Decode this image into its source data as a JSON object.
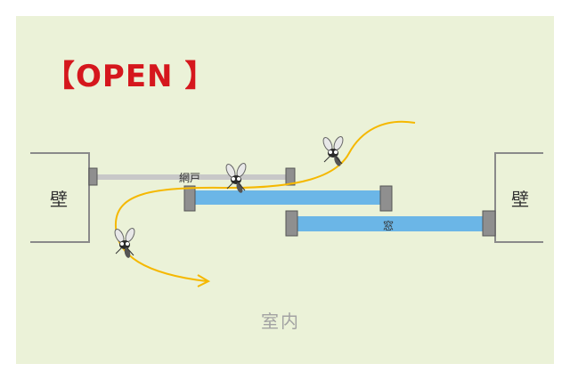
{
  "title": "【OPEN 】",
  "labels": {
    "wall_left": "壁",
    "wall_right": "壁",
    "screen": "網戸",
    "window": "窓",
    "room": "室内"
  },
  "colors": {
    "background": "#ebf2d8",
    "title": "#d5171d",
    "glass": "#6bb6e7",
    "frame": "#8f8f8f",
    "screen_mesh": "#c8c8c8",
    "flight_path": "#f5b800",
    "wall_outline": "#8a8a8a"
  },
  "icons": [
    "mosquito-icon",
    "mosquito-icon",
    "mosquito-icon",
    "arrow-head-icon"
  ]
}
